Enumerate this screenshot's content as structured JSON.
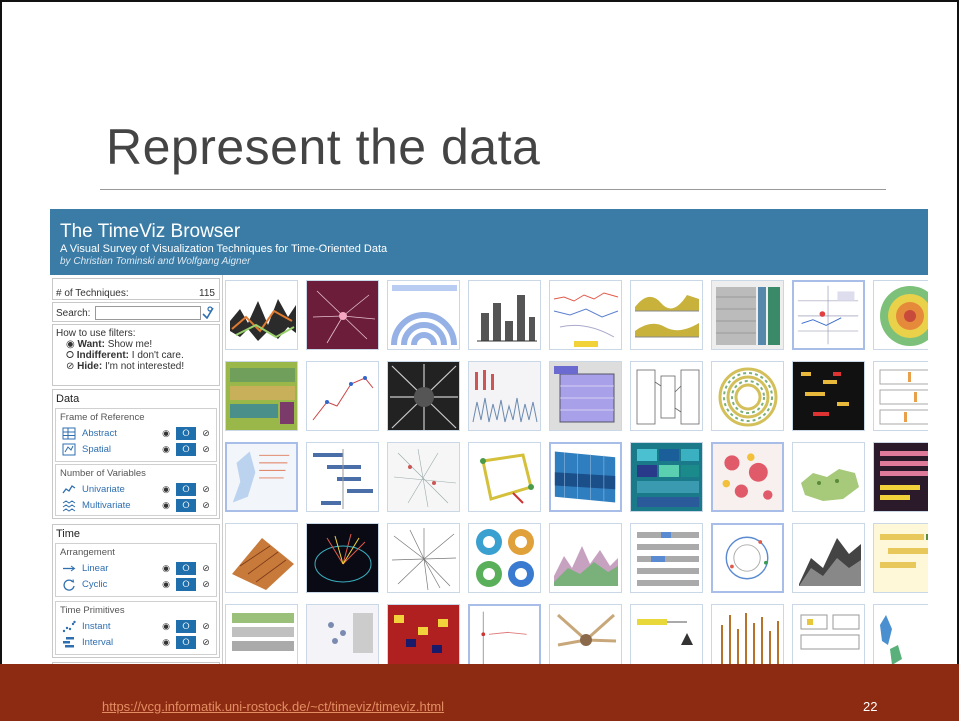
{
  "slide": {
    "title": "Represent the data",
    "footer_link": "https://vcg.informatik.uni-rostock.de/~ct/timeviz/timeviz.html",
    "page_number": "22"
  },
  "browser": {
    "title": "The TimeViz Browser",
    "subtitle": "A Visual Survey of Visualization Techniques for Time-Oriented Data",
    "byline_prefix": "by",
    "author1": "Christian Tominski",
    "and": "and",
    "author2": "Wolfgang Aigner"
  },
  "sidebar": {
    "techniques_label": "# of Techniques:",
    "techniques_count": "115",
    "search_label": "Search:",
    "search_value": "",
    "howto": {
      "heading": "How to use filters:",
      "want_bold": "Want:",
      "want_text": "Show me!",
      "indifferent_bold": "Indifferent:",
      "indifferent_text": "I don't care.",
      "hide_bold": "Hide:",
      "hide_text": "I'm not interested!"
    },
    "data": {
      "heading": "Data",
      "frame": {
        "heading": "Frame of Reference",
        "items": [
          "Abstract",
          "Spatial"
        ]
      },
      "variables": {
        "heading": "Number of Variables",
        "items": [
          "Univariate",
          "Multivariate"
        ]
      }
    },
    "time": {
      "heading": "Time",
      "arrangement": {
        "heading": "Arrangement",
        "items": [
          "Linear",
          "Cyclic"
        ]
      },
      "primitives": {
        "heading": "Time Primitives",
        "items": [
          "Instant",
          "Interval"
        ]
      }
    },
    "tri_glyphs": {
      "want": "◉",
      "indifferent": "⭘",
      "hide": "⊘"
    }
  },
  "colors": {
    "header_bg": "#3a7ca6",
    "footer_bg": "#8c2b12",
    "link": "#e38d62",
    "filter_active": "#1f6fad"
  }
}
